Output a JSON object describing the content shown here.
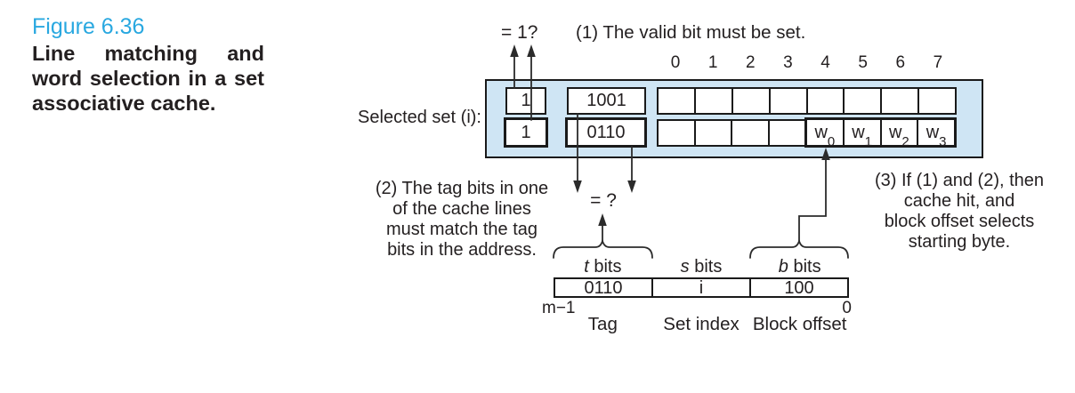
{
  "caption": {
    "figure_label": "Figure 6.36",
    "title_line1": "Line matching and",
    "title_line2": "word selection in a set",
    "title_line3": "associative cache."
  },
  "annotations": {
    "valid_check": "= 1?",
    "step1": "(1) The valid bit must be set.",
    "step2_line1": "(2) The tag bits in one",
    "step2_line2": "of the cache lines",
    "step2_line3": "must match the tag",
    "step2_line4": "bits in the address.",
    "step3_line1": "(3) If (1) and (2), then",
    "step3_line2": "cache hit, and",
    "step3_line3": "block offset selects",
    "step3_line4": "starting byte.",
    "tag_check": "= ?",
    "selected_set_label": "Selected set (i):"
  },
  "cache_set": {
    "byte_headers": [
      "0",
      "1",
      "2",
      "3",
      "4",
      "5",
      "6",
      "7"
    ],
    "line1": {
      "valid": "1",
      "tag": "1001"
    },
    "line2": {
      "valid": "1",
      "tag": "0110",
      "words": [
        {
          "base": "w",
          "sub": "0"
        },
        {
          "base": "w",
          "sub": "1"
        },
        {
          "base": "w",
          "sub": "2"
        },
        {
          "base": "w",
          "sub": "3"
        }
      ]
    }
  },
  "address": {
    "t_label_italic": "t",
    "t_label_rest": " bits",
    "s_label_italic": "s",
    "s_label_rest": " bits",
    "b_label_italic": "b",
    "b_label_rest": " bits",
    "tag_value": "0110",
    "set_index_value": "i",
    "block_offset_value": "100",
    "high_bit": "m−1",
    "low_bit": "0",
    "tag_label": "Tag",
    "set_index_label": "Set index",
    "block_offset_label": "Block offset"
  },
  "colors": {
    "figure_label_blue": "#29a8e0",
    "set_fill_blue": "#cfe5f4",
    "line_black": "#231f20"
  }
}
